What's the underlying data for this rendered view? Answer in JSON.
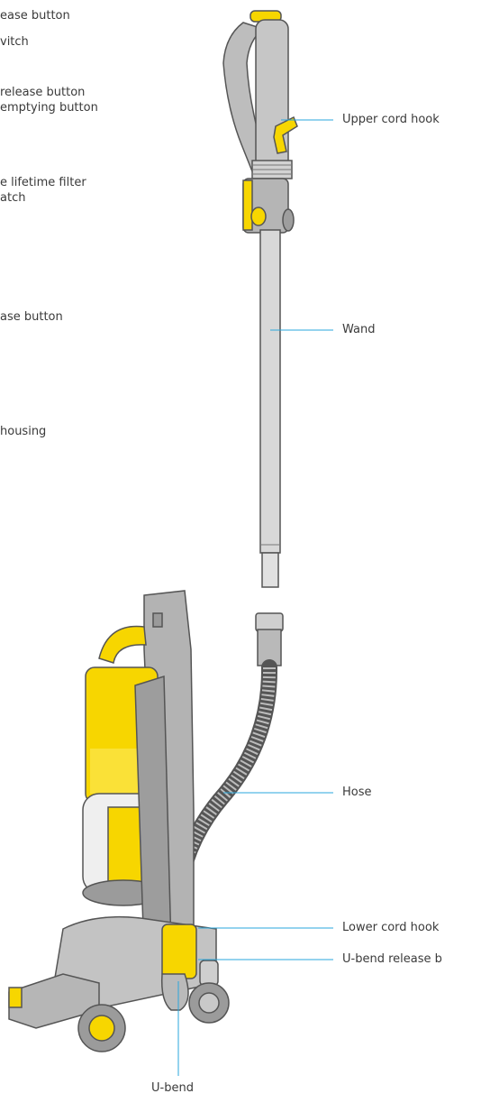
{
  "left_labels": [
    "ease button",
    "vitch",
    "release button",
    "emptying button",
    "e lifetime filter",
    "atch",
    "ase button",
    "housing"
  ],
  "right_labels": {
    "upper_cord_hook": "Upper cord hook",
    "wand": "Wand",
    "hose": "Hose",
    "lower_cord_hook": "Lower cord hook",
    "u_bend_release": "U-bend release b"
  },
  "bottom_labels": {
    "u_bend": "U-bend"
  },
  "colors": {
    "leader": "#2aa7dc",
    "accent_yellow": "#f7d600",
    "body_grey": "#a9a9a9",
    "light_grey": "#cfcfcf",
    "dark_grey": "#7d7d7d"
  }
}
